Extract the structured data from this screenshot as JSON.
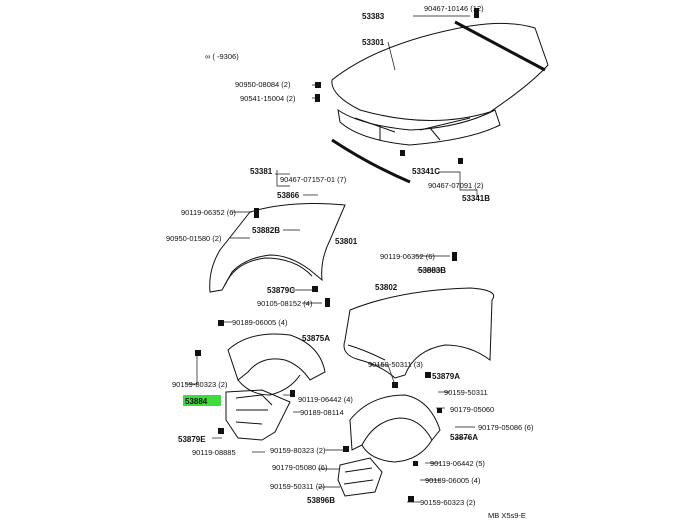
{
  "diagram": {
    "footer_code": "MB  X5s9-E",
    "highlight_color": "#3ddc3d",
    "range_note": "∞ (     -9306)",
    "labels": {
      "p53383": "53383",
      "p90467_10146": "90467-10146 (12)",
      "p53301": "53301",
      "p90950_08084": "90950-08084 (2)",
      "p90541_15004": "90541-15004 (2)",
      "p53381": "53381",
      "p90467_07157": "90467-07157-01 (7)",
      "p53341C": "53341C",
      "p90467_07091": "90467-07091 (2)",
      "p53341B": "53341B",
      "p53866": "53866",
      "p90119_06352a": "90119-06352 (6)",
      "p53882B": "53882B",
      "p90950_01580": "90950-01580 (2)",
      "p53801": "53801",
      "p90119_06352b": "90119-06352 (6)",
      "p53883B": "53883B",
      "p53879C": "53879C",
      "p90105_08152": "90105-08152 (4)",
      "p53802": "53802",
      "p90189_06005a": "90189-06005 (4)",
      "p53875A": "53875A",
      "p90159_80323a": "90159-80323 (2)",
      "p53884": "53884",
      "p90119_06442a": "90119-06442 (4)",
      "p90189_08114": "90189-08114",
      "p53879E": "53879E",
      "p90119_08885": "90119-08885",
      "p90159_80323b": "90159-80323 (2)",
      "p90159_50311a": "90159-50311 (3)",
      "p53879A": "53879A",
      "p90159_50311b": "90159-50311",
      "p90179_05060a": "90179-05060",
      "p90179_05086": "90179-05086 (6)",
      "p53876A": "53876A",
      "p90179_05080b": "90179-05080 (6)",
      "p90119_06442b": "90119-06442 (5)",
      "p90189_06005b": "90189-06005 (4)",
      "p90159_50311c": "90159-50311 (2)",
      "p90159_60323": "90159-60323 (2)",
      "p53896B": "53896B"
    }
  }
}
